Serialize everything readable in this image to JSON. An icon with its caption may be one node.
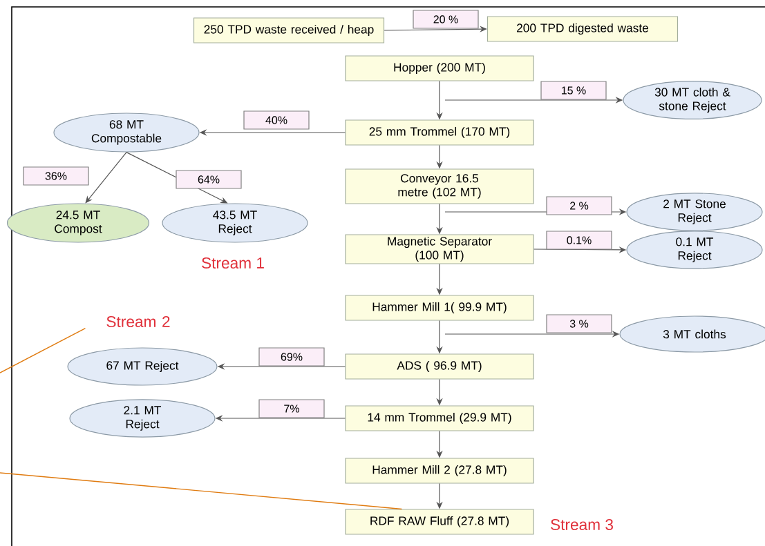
{
  "diagram": {
    "nodes": [
      {
        "text": [
          "250 TPD waste received / heap"
        ]
      },
      {
        "text": [
          "200 TPD digested waste"
        ]
      },
      {
        "text": [
          "Hopper (200 MT)"
        ]
      },
      {
        "text": [
          "30 MT cloth & stone Reject"
        ]
      },
      {
        "text": [
          "68 MT Compostable"
        ]
      },
      {
        "text": [
          "25 mm Trommel (170 MT)"
        ]
      },
      {
        "text": [
          "Conveyor 16.5 metre (102 MT)"
        ]
      },
      {
        "text": [
          "24.5 MT Compost"
        ]
      },
      {
        "text": [
          "43.5 MT Reject"
        ]
      },
      {
        "text": [
          "2 MT Stone Reject"
        ]
      },
      {
        "text": [
          "Magnetic Separator (100 MT)"
        ]
      },
      {
        "text": [
          "0.1 MT Reject"
        ]
      },
      {
        "text": [
          "Hammer Mill 1( 99.9 MT)"
        ]
      },
      {
        "text": [
          "3 MT cloths"
        ]
      },
      {
        "text": [
          "67 MT Reject"
        ]
      },
      {
        "text": [
          "ADS ( 96.9 MT)"
        ]
      },
      {
        "text": [
          "2.1 MT Reject"
        ]
      },
      {
        "text": [
          "14 mm Trommel (29.9 MT)"
        ]
      },
      {
        "text": [
          "Hammer Mill 2 (27.8 MT)"
        ]
      },
      {
        "text": [
          "RDF RAW Fluff (27.8 MT)"
        ]
      },
      {
        "text": [
          "Stream 2"
        ]
      }
    ],
    "edges": [
      {
        "from": 0,
        "to": 1,
        "arrow": "to",
        "label": "20 %"
      },
      {
        "from": 2,
        "to": 5,
        "arrow": "to"
      },
      {
        "from": 2,
        "to": 3,
        "arrow": "to",
        "label": "15 %"
      },
      {
        "from": 5,
        "to": 4,
        "arrow": "to",
        "label": "40%"
      },
      {
        "from": 5,
        "to": 6,
        "arrow": "to"
      },
      {
        "from": 4,
        "to": 7,
        "arrow": "to",
        "label": "36%"
      },
      {
        "from": 4,
        "to": 8,
        "arrow": "to",
        "label": "64%"
      },
      {
        "from": 6,
        "to": 10,
        "arrow": "to"
      },
      {
        "from": 6,
        "to": 9,
        "arrow": "to",
        "label": "2 %"
      },
      {
        "from": 10,
        "to": 11,
        "arrow": "to",
        "label": "0.1%"
      },
      {
        "from": 10,
        "to": 12,
        "arrow": "to"
      },
      {
        "from": 12,
        "to": 15,
        "arrow": "to"
      },
      {
        "from": 12,
        "to": 13,
        "arrow": "to",
        "label": "3 %"
      },
      {
        "from": 15,
        "to": 14,
        "arrow": "to",
        "label": "69%"
      },
      {
        "from": 15,
        "to": 17,
        "arrow": "to"
      },
      {
        "from": 17,
        "to": 16,
        "arrow": "to",
        "label": "7%"
      },
      {
        "from": 17,
        "to": 18,
        "arrow": "to"
      },
      {
        "from": 18,
        "to": 19,
        "arrow": "to"
      },
      {
        "from": null,
        "to": 20,
        "arrow": "none",
        "color": "#e07b10"
      },
      {
        "from": null,
        "to": 19,
        "arrow": "none",
        "color": "#e07b10"
      }
    ],
    "labels": [
      "Stream 1",
      "Stream 3"
    ]
  }
}
